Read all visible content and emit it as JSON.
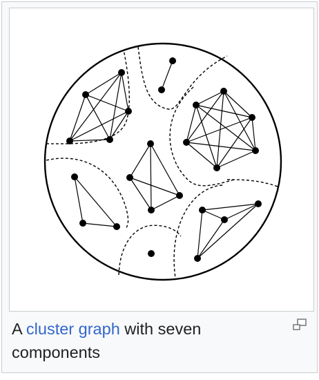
{
  "figure": {
    "caption": {
      "before": "A ",
      "link": "cluster graph",
      "after": " with seven components"
    },
    "image": {
      "components_count": 7,
      "line_color": "#000000"
    },
    "enlarge_icon": "magnify-clip-icon"
  },
  "colors": {
    "link": "#3366cc",
    "text": "#202122",
    "panel_bg": "#f8f9fa",
    "border": "#c8ccd1"
  }
}
